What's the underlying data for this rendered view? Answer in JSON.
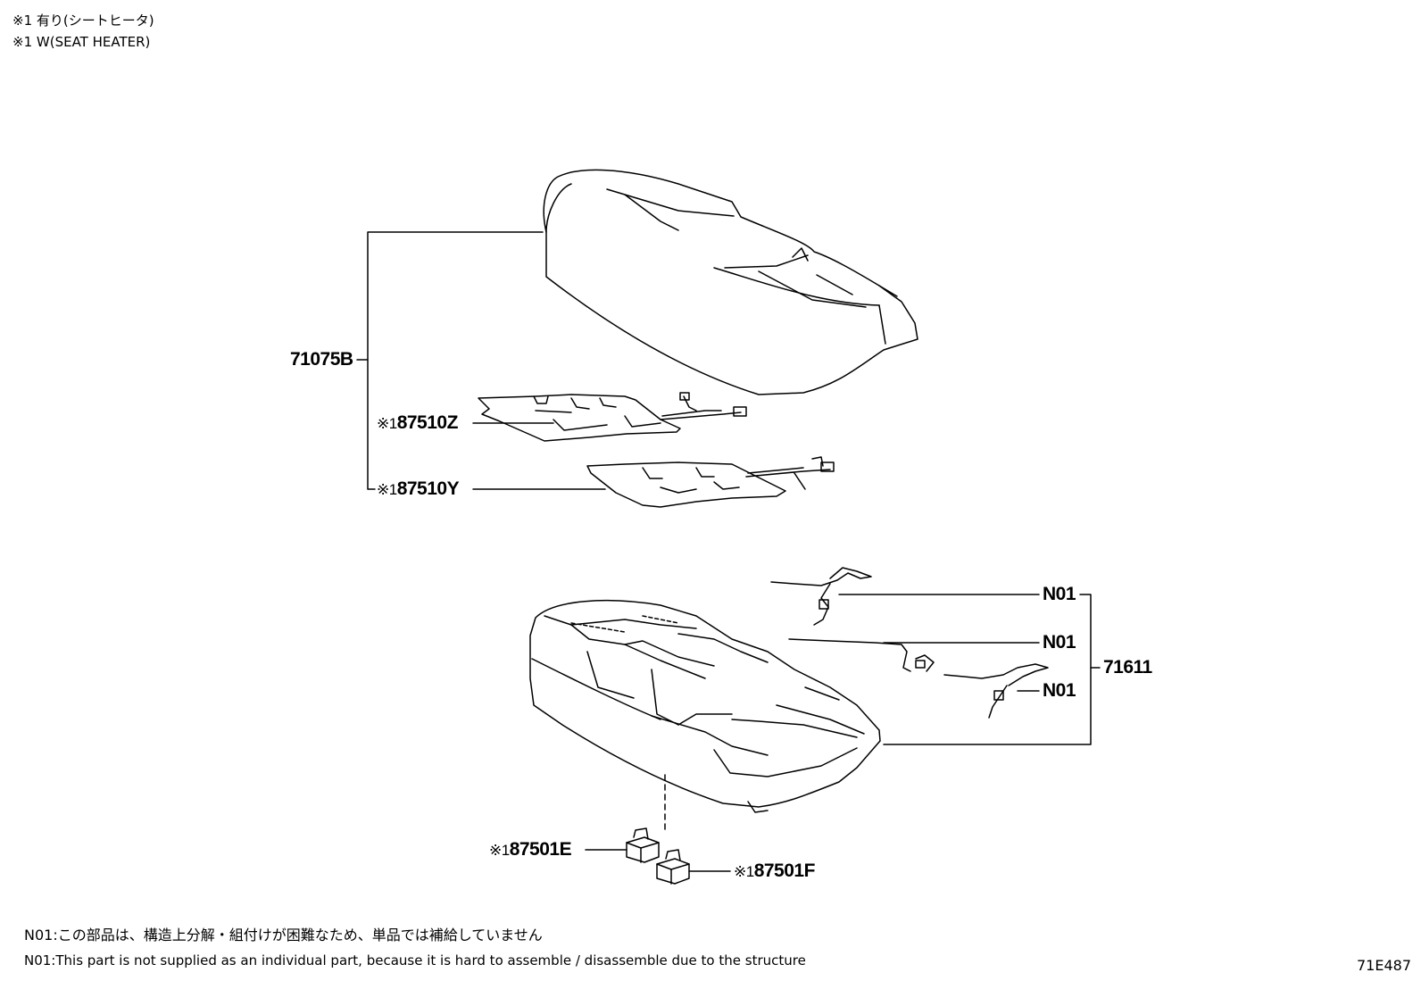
{
  "header_notes": [
    "※1 有り(シートヒータ)",
    "※1 W(SEAT HEATER)"
  ],
  "callouts": {
    "seat_back_pad": "71075B",
    "heater_upper": {
      "mark": "※1",
      "number": "87510Z"
    },
    "heater_lower": {
      "mark": "※1",
      "number": "87510Y"
    },
    "cushion_cover": "71611",
    "wire_1": "N01",
    "wire_2": "N01",
    "wire_3": "N01",
    "switch_e": {
      "mark": "※1",
      "number": "87501E"
    },
    "switch_f": {
      "mark": "※1",
      "number": "87501F"
    }
  },
  "footnotes": [
    "N01:この部品は、構造上分解・組付けが困難なため、単品では補給していません",
    "N01:This part is not supplied as an individual part, because it is hard to assemble / disassemble due to the structure"
  ],
  "illustration_code": "71E487"
}
